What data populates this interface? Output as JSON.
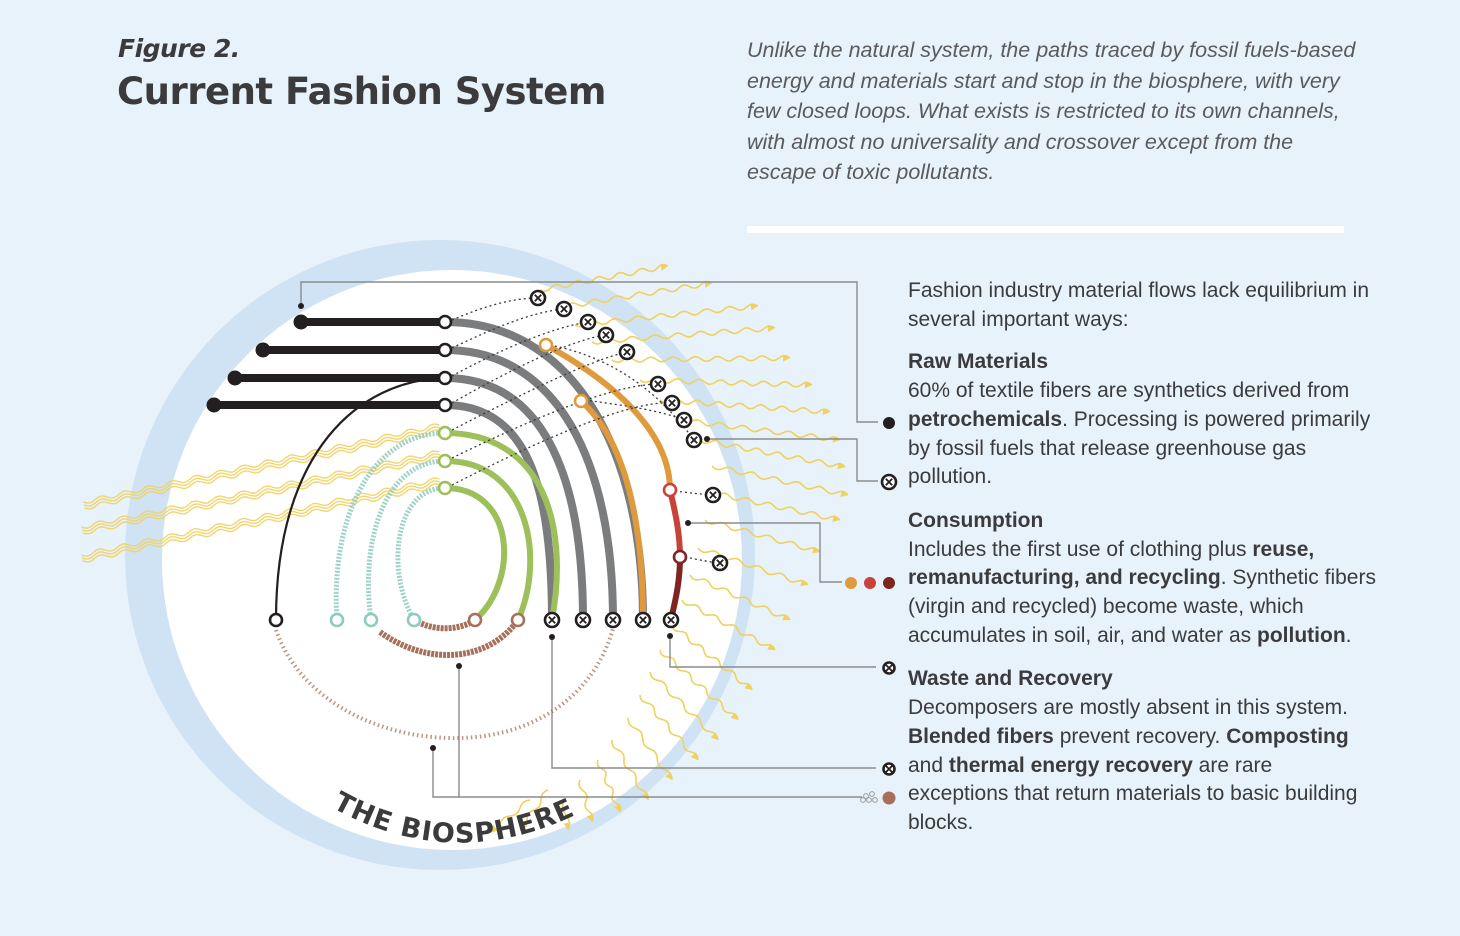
{
  "header": {
    "figure_label": "Figure 2.",
    "title": "Current Fashion System"
  },
  "intro": "Unlike the natural system, the paths traced by fossil fuels-based energy and materials start and stop in the biosphere, with very few closed loops. What exists is restricted to its own channels, with almost no universality and crossover except from the escape of toxic pollutants.",
  "diagram": {
    "biosphere_label": "THE BIOSPHERE",
    "colors": {
      "background": "#e8f2fa",
      "biosphere_ring": "#cfe3f4",
      "biosphere_inner": "#ffffff",
      "petrochemical": "#231f20",
      "synthetic_gray": "#7a7c7e",
      "natural_green": "#9dc05a",
      "compost_teal": "#8ecbbf",
      "compost_brown": "#a8705a",
      "reuse_orange": "#e09a3e",
      "remanufacture_red": "#c8423a",
      "recycle_darkred": "#7f2420",
      "energy_yellow": "#efd160",
      "leader_line": "#8a8c8e"
    },
    "markers": {
      "pollution": "pollution-x-icon",
      "petrochemical": "filled-dot-icon",
      "node": "open-circle-icon"
    }
  },
  "panel": {
    "lead": "Fashion industry material flows lack equilibrium in several important ways:",
    "sections": [
      {
        "heading": "Raw Materials",
        "text": [
          {
            "t": "60% of textile fibers are synthetics derived from ",
            "b": false
          },
          {
            "t": "petrochemicals",
            "b": true
          },
          {
            "t": ". Processing is powered primarily by fossil fuels that release greenhouse gas pollution.",
            "b": false
          }
        ],
        "legend": [
          "petrochemical-dot-icon",
          "pollution-x-icon"
        ]
      },
      {
        "heading": "Consumption",
        "text": [
          {
            "t": "Includes the first use of clothing plus ",
            "b": false
          },
          {
            "t": "reuse, remanufacturing, and recycling",
            "b": true
          },
          {
            "t": ". Synthetic fibers (virgin and recycled) become waste, which accumulates in soil, air, and water as ",
            "b": false
          },
          {
            "t": "pollution",
            "b": true
          },
          {
            "t": ".",
            "b": false
          }
        ],
        "legend": [
          "reuse-dot-icon",
          "remanufacture-dot-icon",
          "recycle-dot-icon",
          "pollution-x-icon"
        ]
      },
      {
        "heading": "Waste and Recovery",
        "text": [
          {
            "t": "Decomposers are mostly absent in this system. ",
            "b": false
          },
          {
            "t": "Blended fibers",
            "b": true
          },
          {
            "t": " prevent recovery. ",
            "b": false
          },
          {
            "t": "Composting",
            "b": true
          },
          {
            "t": " and ",
            "b": false
          },
          {
            "t": "thermal energy recovery",
            "b": true
          },
          {
            "t": " are rare exceptions that return materials to basic building blocks.",
            "b": false
          }
        ],
        "legend": [
          "pollution-x-icon",
          "decomposer-icon",
          "compost-dot-icon"
        ]
      }
    ]
  }
}
